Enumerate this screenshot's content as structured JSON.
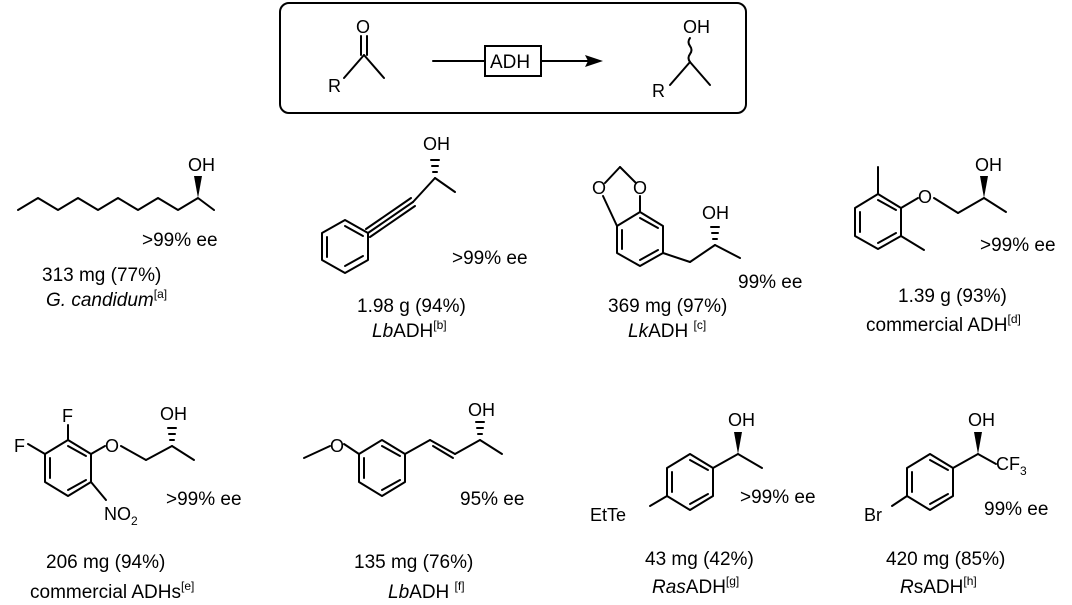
{
  "scheme": {
    "reactant_labels": {
      "o": "O",
      "r": "R"
    },
    "enzyme": "ADH",
    "product_labels": {
      "oh": "OH",
      "r": "R"
    }
  },
  "compounds": [
    {
      "id": "c1",
      "ee": ">99% ee",
      "amount": "313 mg (77%)",
      "bio_italic": "G. candidum",
      "bio_plain": "",
      "ref": "[a]",
      "atoms": {
        "oh": "OH"
      }
    },
    {
      "id": "c2",
      "ee": ">99% ee",
      "amount": "1.98 g (94%)",
      "bio_italic": "Lb",
      "bio_plain": "ADH",
      "ref": "[b]",
      "atoms": {
        "oh": "OH"
      }
    },
    {
      "id": "c3",
      "ee": "99% ee",
      "amount": "369 mg (97%)",
      "bio_italic": "Lk",
      "bio_plain": "ADH ",
      "ref": "[c]",
      "atoms": {
        "oh": "OH",
        "o1": "O",
        "o2": "O"
      }
    },
    {
      "id": "c4",
      "ee": ">99% ee",
      "amount": "1.39 g (93%)",
      "bio_italic": "",
      "bio_plain": "commercial ADH",
      "ref": "[d]",
      "atoms": {
        "oh": "OH",
        "o": "O"
      }
    },
    {
      "id": "c5",
      "ee": ">99% ee",
      "amount": "206 mg (94%)",
      "bio_italic": "",
      "bio_plain": "commercial ADHs",
      "ref": "[e]",
      "atoms": {
        "oh": "OH",
        "o": "O",
        "f1": "F",
        "f2": "F",
        "no2": "NO",
        "no2_sub": "2"
      }
    },
    {
      "id": "c6",
      "ee": "95% ee",
      "amount": "135 mg (76%)",
      "bio_italic": "Lb",
      "bio_plain": "ADH ",
      "ref": "[f]",
      "atoms": {
        "oh": "OH",
        "o": "O"
      }
    },
    {
      "id": "c7",
      "ee": ">99% ee",
      "amount": "43 mg (42%)",
      "bio_italic": "Ras",
      "bio_plain": "ADH",
      "ref": "[g]",
      "atoms": {
        "oh": "OH",
        "ette": "EtTe"
      }
    },
    {
      "id": "c8",
      "ee": "99% ee",
      "amount": "420 mg (85%)",
      "bio_italic": "R",
      "bio_plain": "sADH",
      "ref": "[h]",
      "atoms": {
        "oh": "OH",
        "br": "Br",
        "cf": "CF",
        "cf_sub": "3"
      }
    }
  ]
}
